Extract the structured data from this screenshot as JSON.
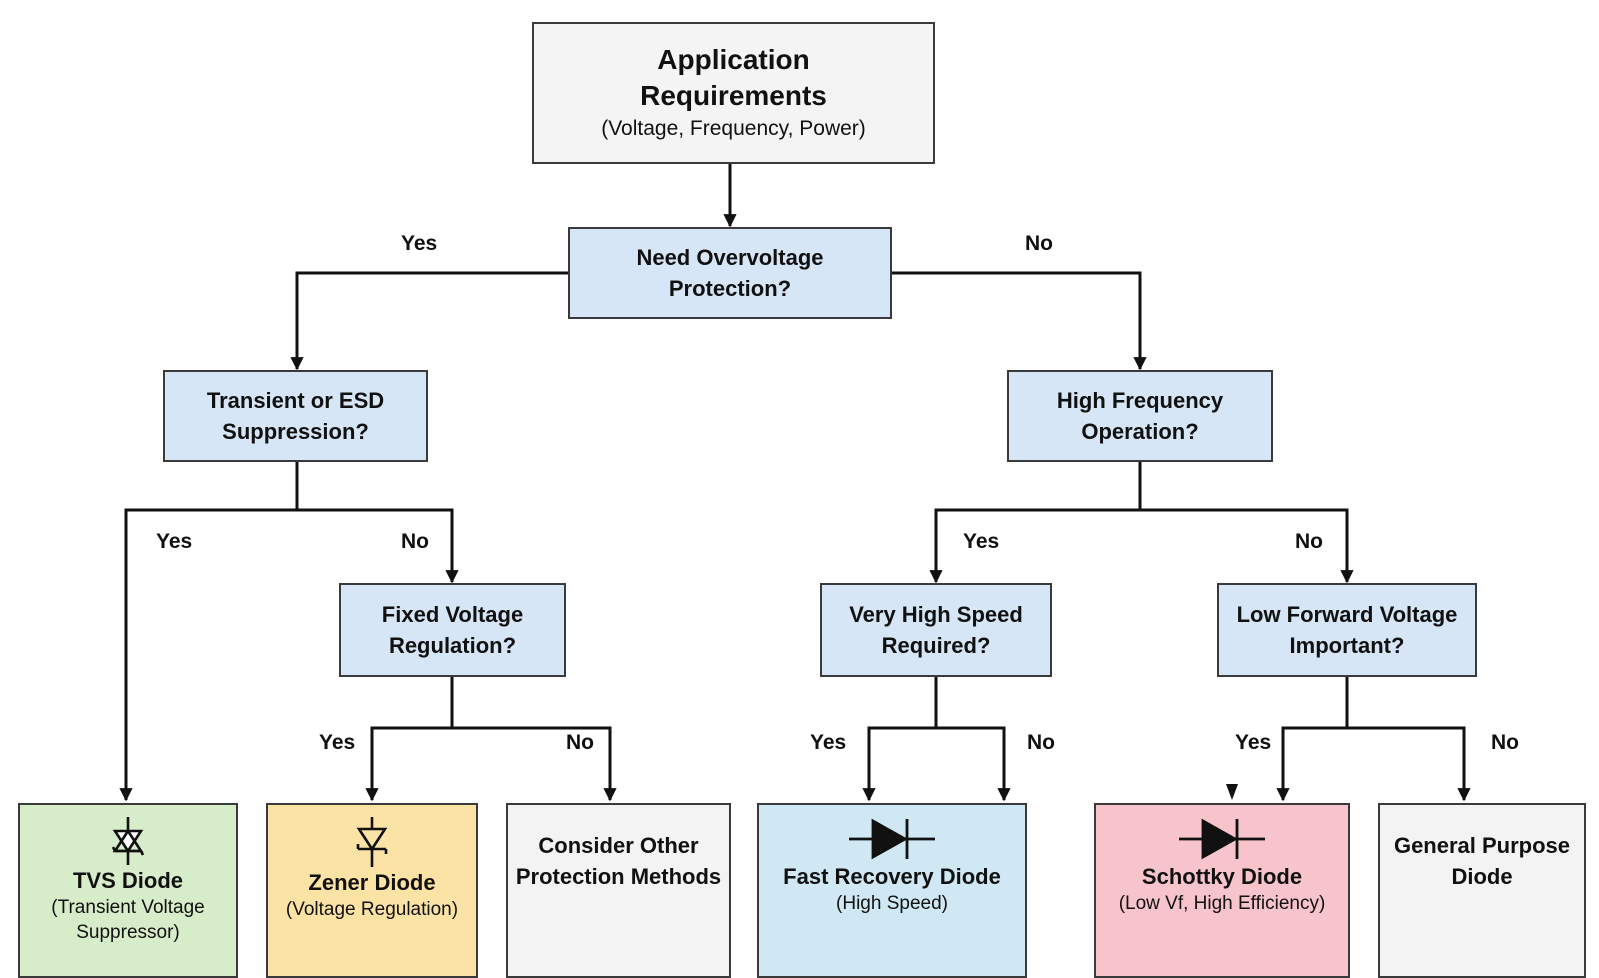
{
  "colors": {
    "decision": "#d6e6f6",
    "start": "#f4f4f4",
    "tvs": "#d7ecc8",
    "zener": "#fbe3a6",
    "other": "#f3f3f3",
    "fast_recovery": "#cfe8f3",
    "schottky": "#f7c4cb",
    "general": "#f3f3f3"
  },
  "start": {
    "title_line1": "Application",
    "title_line2": "Requirements",
    "subtitle": "(Voltage, Frequency, Power)"
  },
  "decisions": {
    "overvoltage": {
      "line1": "Need Overvoltage",
      "line2": "Protection?"
    },
    "transient": {
      "line1": "Transient or ESD",
      "line2": "Suppression?"
    },
    "high_frequency": {
      "line1": "High Frequency",
      "line2": "Operation?"
    },
    "fixed_voltage": {
      "line1": "Fixed Voltage",
      "line2": "Regulation?"
    },
    "very_high_speed": {
      "line1": "Very High Speed",
      "line2": "Required?"
    },
    "low_forward": {
      "line1": "Low Forward Voltage",
      "line2": "Important?"
    }
  },
  "results": {
    "tvs": {
      "title": "TVS Diode",
      "sub_line1": "(Transient Voltage",
      "sub_line2": "Suppressor)",
      "icon": "tvs-diode-symbol"
    },
    "zener": {
      "title": "Zener Diode",
      "sub": "(Voltage Regulation)",
      "icon": "zener-diode-symbol"
    },
    "other": {
      "line1": "Consider Other",
      "line2": "Protection Methods"
    },
    "fast_recovery": {
      "title": "Fast Recovery Diode",
      "sub": "(High Speed)",
      "icon": "diode-symbol"
    },
    "schottky": {
      "title": "Schottky Diode",
      "sub": "(Low Vf, High Efficiency)",
      "icon": "schottky-diode-symbol"
    },
    "general": {
      "line1": "General Purpose",
      "line2": "Diode"
    }
  },
  "labels": {
    "yes": "Yes",
    "no": "No"
  }
}
